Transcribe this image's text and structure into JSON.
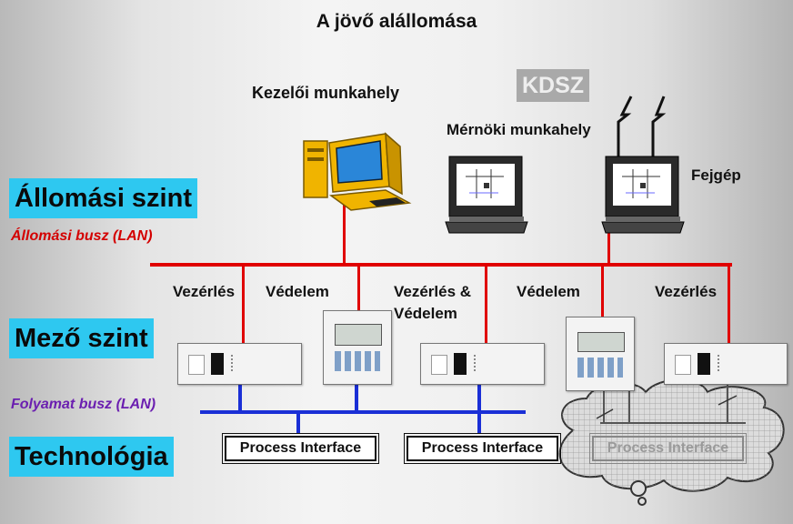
{
  "title": "A jövő alállomása",
  "workstations": {
    "operator": "Kezelői munkahely",
    "engineer": "Mérnöki munkahely",
    "gateway": "Fejgép",
    "kdsz": "KDSZ"
  },
  "levels": {
    "station": "Állomási szint",
    "station_bus": "Állomási busz (LAN)",
    "field": "Mező szint",
    "process_bus": "Folyamat busz (LAN)",
    "technology": "Technológia"
  },
  "functions": [
    "Vezérlés",
    "Védelem",
    "Vezérlés &",
    "Védelem",
    "Védelem",
    "Vezérlés"
  ],
  "process_interfaces": [
    "Process Interface",
    "Process Interface",
    "Process Interface"
  ],
  "colors": {
    "station_bus": "#e00000",
    "process_bus": "#1a2fd6",
    "level_box": "#2ec8f0"
  }
}
